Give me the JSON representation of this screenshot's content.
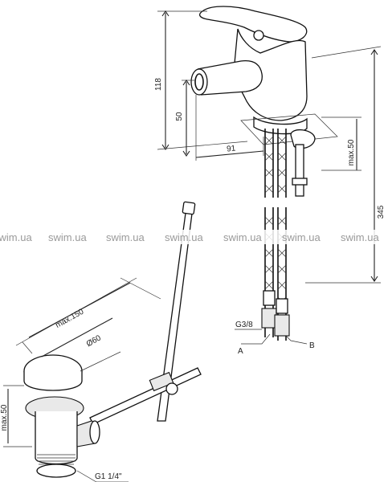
{
  "watermark": {
    "text": "swim.ua"
  },
  "faucet": {
    "dims": {
      "height_total": "118",
      "nozzle_height": "50",
      "reach": "91",
      "deck_max": "max.50",
      "hose_length": "345"
    },
    "connections": {
      "thread": "G3/8",
      "inlet_a": "A",
      "inlet_b": "B"
    }
  },
  "drain": {
    "dims": {
      "rod_length": "max.150",
      "plug_diameter": "Ø60",
      "body_max": "max.50",
      "outlet_thread": "G1 1/4\""
    }
  }
}
